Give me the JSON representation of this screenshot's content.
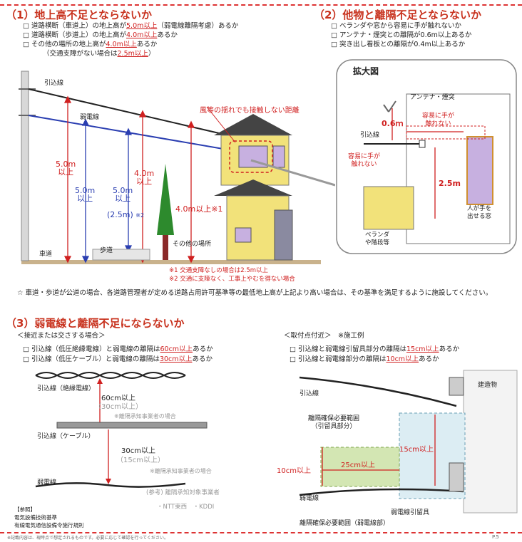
{
  "sec1": {
    "heading": "（1）地上高不足とならないか",
    "items": [
      {
        "pre": "□ 道路横断（車道上）の地上高が",
        "hl": "5.0m以上",
        "post": "（弱電線離隔考慮）あるか"
      },
      {
        "pre": "□ 道路横断（歩道上）の地上高が",
        "hl": "4.0m以上",
        "post": "あるか"
      },
      {
        "pre": "□ その他の場所の地上高が",
        "hl": "4.0m以上",
        "post": "あるか"
      }
    ],
    "sub": {
      "pre": "（交通支障がない場合は",
      "hl": "2.5m以上",
      "post": "）"
    }
  },
  "sec2": {
    "heading": "（2）他物と離隔不足とならないか",
    "items": [
      "□ ベランダや窓から容易に手が触れないか",
      "□ アンテナ・煙突との離隔が0.6m以上あるか",
      "□ 突き出し看板との離隔が0.4m以上あるか"
    ]
  },
  "diagram1": {
    "label_hikikomi": "引込線",
    "label_jakuden": "弱電線",
    "label_wind": "風等の揺れでも接触しない距離",
    "h_road": "5.0m\n以上",
    "h_jakuden": "5.0m\n以上",
    "h_jakuden_alt": "(2.5m)",
    "h_jakuden_note": "※2",
    "h_sidewalk": "5.0m\n以上",
    "h_sidewalk2": "4.0m\n以上",
    "h_other": "4.0m以上※1",
    "label_road": "車道",
    "label_sidewalk": "歩道",
    "label_other": "その他の場所",
    "note1": "※1 交通支障なしの場合は2.5m以上",
    "note2": "※2 交通に支障なく、工事上やむを得ない場合"
  },
  "zoom": {
    "title": "拡大図",
    "antenna": "アンテナ・煙突",
    "d06": "0.6ｍ",
    "hikikomi": "引込線",
    "touch1": "容易に手が\n触れない",
    "touch2": "容易に手が\n触れない",
    "d25": "2.5m",
    "window": "人が手を\n出せる窓",
    "veranda": "ベランダ\nや階段等"
  },
  "note_star": "☆ 車道・歩道が公道の場合、各道路管理者が定める道路占用許可基準等の最低地上高が上記より高い場合は、その基準を満足するように施設してください。",
  "sec3": {
    "heading": "（3）弱電線と離隔不足にならないか",
    "left_sub": "＜接近または交さする場合＞",
    "left_items": [
      {
        "pre": "□ 引込線（低圧絶縁電線）と弱電線の離隔は",
        "hl": "60cm以上",
        "post": "あるか"
      },
      {
        "pre": "□ 引込線（低圧ケーブル）と弱電線の離隔は",
        "hl": "30cm以上",
        "post": "あるか"
      }
    ],
    "right_sub": "＜取付点付近＞　※施工例",
    "right_items": [
      {
        "pre": "□ 引込線と弱電線引留具部分の離隔は",
        "hl": "15cm以上",
        "post": "あるか"
      },
      {
        "pre": "□ 引込線と弱電線部分の離隔は",
        "hl": "10cm以上",
        "post": "あるか"
      }
    ]
  },
  "diagram3": {
    "zetsuen": "引込線（絶縁電線）",
    "d60": "60cm以上",
    "d30alt": "（30cm以上）",
    "note_jigyo1": "※離隔承知事業者の場合",
    "cable": "引込線（ケーブル）",
    "d30": "30cm以上",
    "d15alt": "（15cm以上）",
    "note_jigyo2": "※離隔承知事業者の場合",
    "jakuden": "弱電線",
    "ref": "(参考) 離隔承知対象事業者",
    "companies": "・NTT東西　・KDDI",
    "law_head": "【参照】",
    "law1": "電気設備技術基準",
    "law2": "有線電気通信設備令施行規則"
  },
  "diagram4": {
    "hikikomi": "引込線",
    "building": "建造物",
    "range1": "離隔確保必要範囲\n（引留具部分）",
    "d15": "15cm以上",
    "d25": "25cm以上",
    "d10": "10cm以上",
    "jakuden": "弱電線",
    "hikitome": "弱電線引留具",
    "range2": "離隔確保必要範囲（弱電線部）"
  },
  "footer_left": "※記載内容は、現時点で想定されるものです。必要に応じて確認を行ってください。",
  "footer_right": "P.5"
}
